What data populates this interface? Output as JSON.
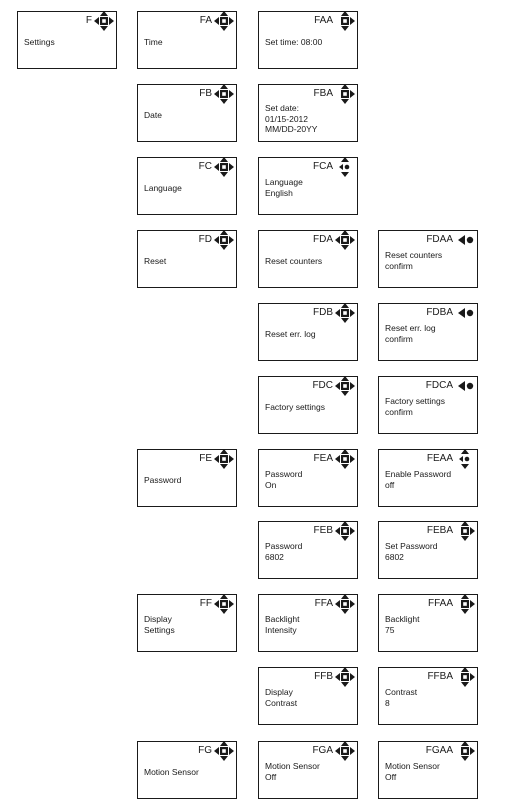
{
  "menu": [
    {
      "code": "F",
      "lines": [
        "Settings"
      ],
      "icon": "four-way-nav-icon"
    },
    {
      "code": "FA",
      "lines": [
        "Time"
      ],
      "icon": "four-way-nav-icon"
    },
    {
      "code": "FAA",
      "lines": [
        "Set time: 08:00"
      ],
      "icon": "up-down-nav-icon"
    },
    {
      "code": "FB",
      "lines": [
        "Date"
      ],
      "icon": "four-way-nav-icon"
    },
    {
      "code": "FBA",
      "lines": [
        "Set date:",
        "01/15-2012",
        "MM/DD-20YY"
      ],
      "icon": "up-down-nav-icon"
    },
    {
      "code": "FC",
      "lines": [
        "Language"
      ],
      "icon": "four-way-nav-icon"
    },
    {
      "code": "FCA",
      "lines": [
        "Language",
        "English"
      ],
      "icon": "up-down-arrows-icon"
    },
    {
      "code": "FD",
      "lines": [
        "Reset"
      ],
      "icon": "four-way-nav-icon"
    },
    {
      "code": "FDA",
      "lines": [
        "Reset counters"
      ],
      "icon": "four-way-nav-icon"
    },
    {
      "code": "FDAA",
      "lines": [
        "Reset counters",
        "confirm"
      ],
      "icon": "back-confirm-icon"
    },
    {
      "code": "FDB",
      "lines": [
        "Reset err. log"
      ],
      "icon": "four-way-nav-icon"
    },
    {
      "code": "FDBA",
      "lines": [
        "Reset err. log",
        "confirm"
      ],
      "icon": "back-confirm-icon"
    },
    {
      "code": "FDC",
      "lines": [
        "Factory settings"
      ],
      "icon": "four-way-nav-icon"
    },
    {
      "code": "FDCA",
      "lines": [
        "Factory settings",
        "confirm"
      ],
      "icon": "back-confirm-icon"
    },
    {
      "code": "FE",
      "lines": [
        "Password"
      ],
      "icon": "four-way-nav-icon"
    },
    {
      "code": "FEA",
      "lines": [
        "Password",
        "On"
      ],
      "icon": "four-way-nav-icon"
    },
    {
      "code": "FEAA",
      "lines": [
        "Enable Password",
        "off"
      ],
      "icon": "up-down-arrows-icon"
    },
    {
      "code": "FEB",
      "lines": [
        "Password",
        "6802"
      ],
      "icon": "four-way-nav-icon"
    },
    {
      "code": "FEBA",
      "lines": [
        "Set Password",
        "6802"
      ],
      "icon": "up-down-nav-icon"
    },
    {
      "code": "FF",
      "lines": [
        "Display",
        "Settings"
      ],
      "icon": "four-way-nav-icon"
    },
    {
      "code": "FFA",
      "lines": [
        "Backlight",
        "Intensity"
      ],
      "icon": "four-way-nav-icon"
    },
    {
      "code": "FFAA",
      "lines": [
        "Backlight",
        "75"
      ],
      "icon": "up-down-nav-icon"
    },
    {
      "code": "FFB",
      "lines": [
        "Display",
        "Contrast"
      ],
      "icon": "four-way-nav-icon"
    },
    {
      "code": "FFBA",
      "lines": [
        "Contrast",
        "8"
      ],
      "icon": "up-down-nav-icon"
    },
    {
      "code": "FG",
      "lines": [
        "Motion Sensor"
      ],
      "icon": "four-way-nav-icon"
    },
    {
      "code": "FGA",
      "lines": [
        "Motion Sensor",
        "Off"
      ],
      "icon": "four-way-nav-icon"
    },
    {
      "code": "FGAA",
      "lines": [
        "Motion Sensor",
        "Off"
      ],
      "icon": "up-down-nav-icon"
    }
  ]
}
